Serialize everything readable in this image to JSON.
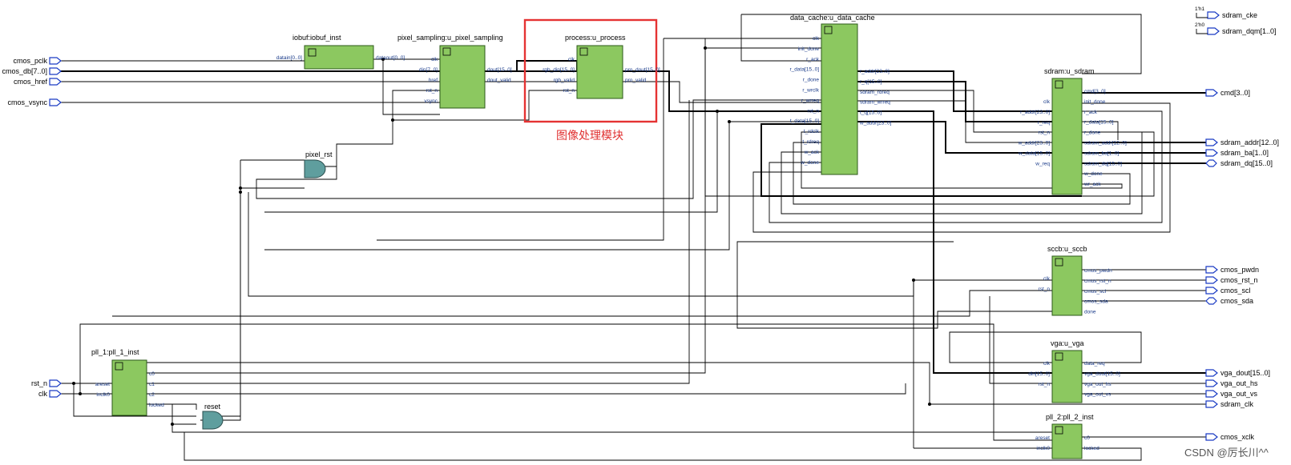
{
  "blocks": {
    "iobuf": {
      "title": "iobuf:iobuf_inst",
      "inputs": [
        "datain[0..0]"
      ],
      "outputs": [
        "dataout[0..0]"
      ]
    },
    "pixel_sampling": {
      "title": "pixel_sampling:u_pixel_sampling",
      "inputs": [
        "clk",
        "din[7..0]",
        "href",
        "rst_n",
        "vsync"
      ],
      "outputs": [
        "dout[15..0]",
        "dout_valid"
      ]
    },
    "process": {
      "title": "process:u_process",
      "inputs": [
        "clk",
        "rgb_din[15..0]",
        "rgb_valid",
        "rst_n"
      ],
      "outputs": [
        "pro_dout[15..0]",
        "pro_valid"
      ]
    },
    "data_cache": {
      "title": "data_cache:u_data_cache",
      "inputs": [
        "clk",
        "init_done",
        "r_ack",
        "r_data[15..0]",
        "r_done",
        "r_wrclk",
        "r_wrreq",
        "rst_n",
        "t_data[15..0]",
        "t_rdclk",
        "t_rdreq",
        "w_ack",
        "w_done"
      ],
      "outputs": [
        "r_addr[23..0]",
        "r_q[15..0]",
        "sdram_rdreq",
        "sdram_wrreq",
        "t_q[15..0]",
        "w_addr[23..0]"
      ]
    },
    "sdram": {
      "title": "sdram:u_sdram",
      "inputs": [
        "clk",
        "r_addr[23..0]",
        "r_req",
        "rst_n",
        "w_addr[23..0]",
        "w_data[15..0]",
        "w_req"
      ],
      "outputs": [
        "cmd[3..0]",
        "init_done",
        "r_ack",
        "r_data[15..0]",
        "r_done",
        "sdram_addr[12..0]",
        "sdram_ba[1..0]",
        "sdram_dq[15..0]",
        "w_done",
        "wr_ack"
      ]
    },
    "sccb": {
      "title": "sccb:u_sccb",
      "inputs": [
        "clk",
        "rst_n"
      ],
      "outputs": [
        "cmos_pwdn",
        "cmos_rst_n",
        "cmos_scl",
        "cmos_sda",
        "done"
      ]
    },
    "vga": {
      "title": "vga:u_vga",
      "inputs": [
        "clk",
        "din[15..0]",
        "rst_n"
      ],
      "outputs": [
        "data_req",
        "vga_dout[15..0]",
        "vga_out_hs",
        "vga_out_vs"
      ]
    },
    "pll1": {
      "title": "pll_1:pll_1_inst",
      "inputs": [
        "areset",
        "inclk0"
      ],
      "outputs": [
        "c0",
        "c1",
        "c2",
        "locked"
      ]
    },
    "pll2": {
      "title": "pll_2:pll_2_inst",
      "inputs": [
        "areset",
        "inclk0"
      ],
      "outputs": [
        "c0",
        "locked"
      ]
    }
  },
  "gates": {
    "pixel_rst": "pixel_rst",
    "reset": "reset"
  },
  "inputs": [
    "cmos_pclk",
    "cmos_db[7..0]",
    "cmos_href",
    "cmos_vsync",
    "rst_n",
    "clk"
  ],
  "outputs": {
    "right": [
      "sdram_cke",
      "sdram_dqm[1..0]",
      "cmd[3..0]",
      "sdram_addr[12..0]",
      "sdram_ba[1..0]",
      "sdram_dq[15..0]",
      "cmos_pwdn",
      "cmos_rst_n",
      "cmos_scl",
      "cmos_sda",
      "vga_dout[15..0]",
      "vga_out_hs",
      "vga_out_vs",
      "sdram_clk",
      "cmos_xclk"
    ],
    "constants": [
      "1'h1",
      "2'h0"
    ]
  },
  "annotation": "图像处理模块",
  "watermark": "CSDN @厉长川^^",
  "colors": {
    "block": "#8cc860",
    "gate": "#5f9e9e",
    "port": "#1a3bc4",
    "annotation": "#e53333"
  }
}
